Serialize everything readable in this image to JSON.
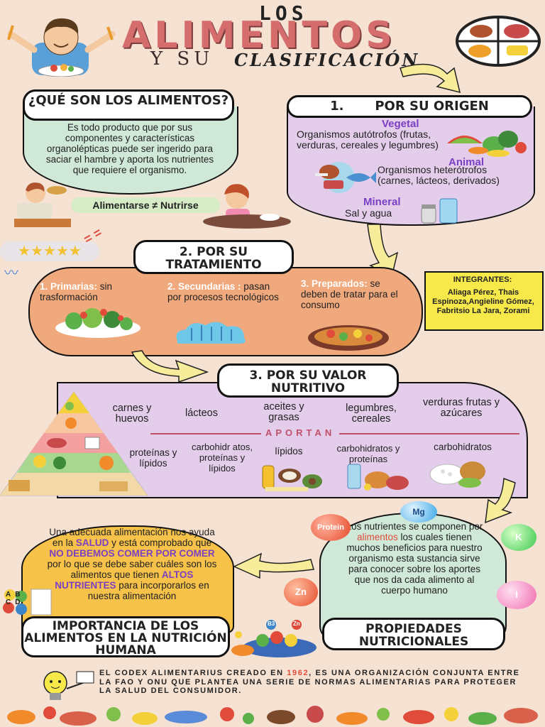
{
  "header": {
    "los": "LOS",
    "main": "ALIMENTOS",
    "y": "Y SU",
    "clas": "CLASIFICACIÓN"
  },
  "que_son": {
    "title": "¿QUÉ SON LOS ALIMENTOS?",
    "body": "Es todo producto que por sus componentes  y características organolépticas puede ser ingerido para saciar el hambre  y aporta los nutrientes que requiere el organismo.",
    "badge": "Alimentarse ≠ Nutrirse"
  },
  "origen": {
    "title": "1.       POR SU ORIGEN",
    "vegetal_label": "Vegetal",
    "vegetal_text": "Organismos autótrofos (frutas, verduras, cereales y legumbres)",
    "animal_label": "Animal",
    "animal_text": "Organismos heterótrofos (carnes, lácteos, derivados)",
    "mineral_label": "Mineral",
    "mineral_text": "Sal y agua"
  },
  "tratamiento": {
    "title": "2. POR SU TRATAMIENTO",
    "c1_label": "1. Primarias:",
    "c1_text": " sin trasformación",
    "c2_label": "2. Secundarias :",
    "c2_text": " pasan por procesos tecnológicos",
    "c3_label": "3. Preparados:",
    "c3_text": " se deben de tratar para el consumo"
  },
  "integrantes": {
    "title": "INTEGRANTES:",
    "names": "Aliaga Pérez, Thais Espinoza,Angieline Gómez, Fabritsio La Jara, Zorami"
  },
  "valor": {
    "title": "3. POR SU VALOR NUTRITIVO",
    "foods": [
      "carnes y huevos",
      "lácteos",
      "aceites y grasas",
      "legumbres, cereales",
      "verduras frutas y azúcares"
    ],
    "aportan": "APORTAN",
    "nutrients": [
      "proteínas y lípidos",
      "carbohidr atos, proteínas y lípidos",
      "lípidos",
      "carbohidratos y proteínas",
      "carbohidratos"
    ]
  },
  "propiedades": {
    "title": "PROPIEDADES NUTRICIONALES",
    "text_1": "Los nutrientes se componen por ",
    "text_hl": "alimentos",
    "text_2": " los cuales tienen muchos beneficios para nuestro organismo esta sustancia sirve para conocer sobre los aportes que nos da cada alimento al cuerpo humano",
    "bubbles": [
      "Protein",
      "Mg",
      "K",
      "Zn",
      "I"
    ]
  },
  "importancia": {
    "title": "IMPORTANCIA DE LOS ALIMENTOS EN LA NUTRICIÓN HUMANA",
    "t1": "Una adecuada alimentación nos ayuda en la ",
    "salud": "SALUD",
    "t2": " y está comprobado que ",
    "no_comer": "NO DEBEMOS COMER POR COMER",
    "t3": " por lo que se debe saber cuáles son los alimentos que tienen ",
    "altos": "ALTOS NUTRIENTES",
    "t4": " para incorporarlos en nuestra alimentación",
    "vitamins": [
      "A",
      "B",
      "C",
      "D",
      "B3",
      "Zn"
    ]
  },
  "footer": {
    "t1": "EL CODEX  ALIMENTARIUS CREADO EN ",
    "year": "1962",
    "t2": ", ES UNA ORGANIZACIÓN CONJUNTA ENTRE LA FAO Y ONU QUE PLANTEA UNA SERIE DE NORMAS ALIMENTARIAS PARA PROTEGER LA SALUD DEL CONSUMIDOR."
  },
  "colors": {
    "bg": "#f6e2d3",
    "title_red": "#d56d6d",
    "purple": "#e4cdeb",
    "green": "#cfe8d8",
    "orange": "#f0a97c",
    "yellow": "#f6c24a",
    "accent_purple": "#7b3fc4",
    "accent_red": "#e04b3a"
  }
}
